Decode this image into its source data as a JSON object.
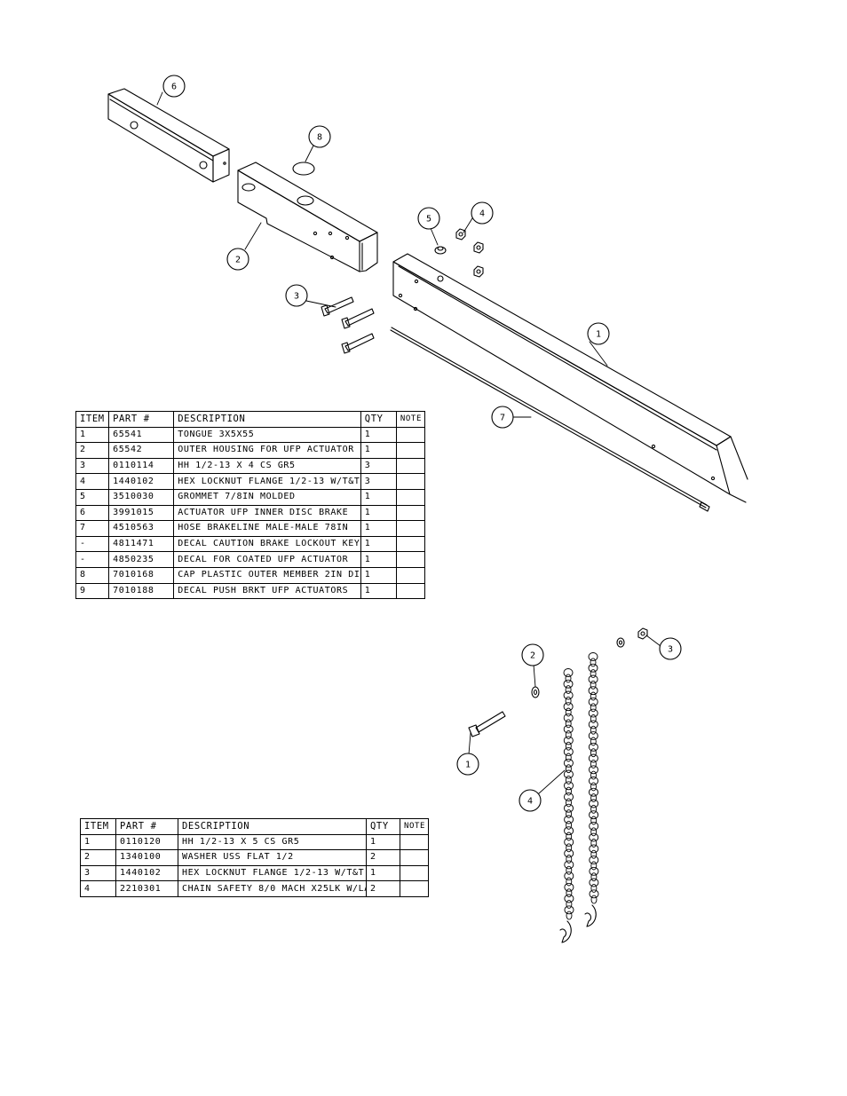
{
  "balloons_top": [
    "6",
    "8",
    "2",
    "5",
    "4",
    "3",
    "1",
    "7"
  ],
  "balloons_bottom": [
    "2",
    "3",
    "1",
    "4"
  ],
  "table1": {
    "headers": [
      "ITEM",
      "PART #",
      "DESCRIPTION",
      "QTY",
      "NOTE"
    ],
    "rows": [
      [
        "1",
        "65541",
        "TONGUE 3X5X55",
        "1",
        ""
      ],
      [
        "2",
        "65542",
        "OUTER HOUSING FOR UFP ACTUATOR",
        "1",
        ""
      ],
      [
        "3",
        "0110114",
        "HH 1/2-13 X 4 CS GR5",
        "3",
        ""
      ],
      [
        "4",
        "1440102",
        "HEX LOCKNUT FLANGE 1/2-13 W/T&T",
        "3",
        ""
      ],
      [
        "5",
        "3510030",
        "GROMMET  7/8IN MOLDED",
        "1",
        ""
      ],
      [
        "6",
        "3991015",
        "ACTUATOR UFP INNER  DISC BRAKE",
        "1",
        ""
      ],
      [
        "7",
        "4510563",
        "HOSE BRAKELINE MALE-MALE 78IN",
        "1",
        ""
      ],
      [
        "-",
        "4811471",
        "DECAL CAUTION BRAKE LOCKOUT KEY",
        "1",
        ""
      ],
      [
        "-",
        "4850235",
        "DECAL FOR COATED UFP ACTUATOR",
        "1",
        ""
      ],
      [
        "8",
        "7010168",
        "CAP  PLASTIC OUTER MEMBER 2IN DI",
        "1",
        ""
      ],
      [
        "9",
        "7010188",
        "DECAL PUSH BRKT UFP ACTUATORS",
        "1",
        ""
      ]
    ]
  },
  "table2": {
    "headers": [
      "ITEM",
      "PART #",
      "DESCRIPTION",
      "QTY",
      "NOTE"
    ],
    "rows": [
      [
        "1",
        "0110120",
        "HH 1/2-13 X 5 CS GR5",
        "1",
        ""
      ],
      [
        "2",
        "1340100",
        "WASHER USS FLAT 1/2",
        "2",
        ""
      ],
      [
        "3",
        "1440102",
        "HEX LOCKNUT FLANGE 1/2-13 W/T&T",
        "1",
        ""
      ],
      [
        "4",
        "2210301",
        "CHAIN SAFETY 8/0 MACH X25LK W/LA",
        "2",
        ""
      ]
    ]
  }
}
